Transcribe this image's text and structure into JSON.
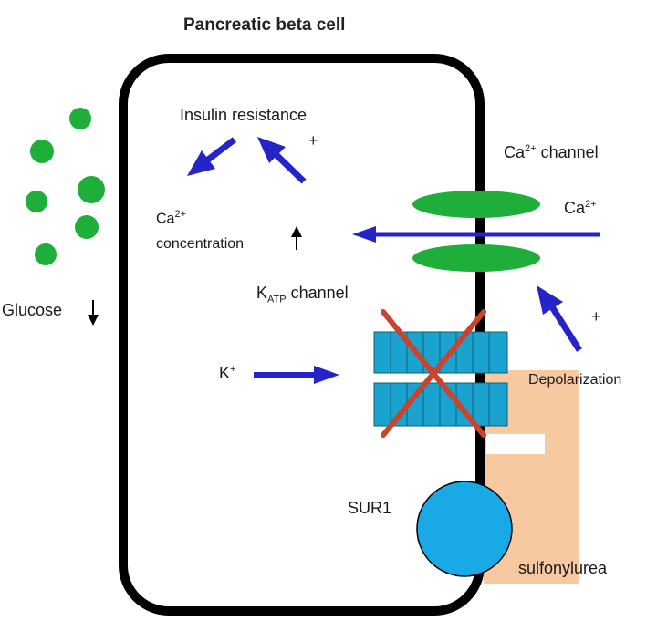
{
  "title": "Pancreatic beta cell",
  "labels": {
    "insulin_resistance": "Insulin resistance",
    "plus_top": "+",
    "ca_channel_base": "Ca",
    "ca_channel_sup": "2+",
    "ca_channel_rest": " channel",
    "ca_ion_base": "Ca",
    "ca_ion_sup": "2+",
    "ca_conc_base": "Ca",
    "ca_conc_sup": "2+",
    "concentration": "concentration",
    "glucose": "Glucose",
    "katp_base": "K",
    "katp_sub": "ATP",
    "katp_rest": " channel",
    "k_ion_base": "K",
    "k_ion_sup": "+",
    "plus_right": "+",
    "depolarization": "Depolarization",
    "sur1": "SUR1",
    "sulfonylurea": "sulfonylurea"
  },
  "colors": {
    "membrane": "#000000",
    "glucose": "#1fae3a",
    "ca_channel": "#1fae3a",
    "arrow": "#2424c8",
    "katp_channel": "#1ba3d0",
    "block_cross": "#c8442c",
    "sulfonylurea_region": "#f6c9a0",
    "sur1": "#19a9e6"
  }
}
